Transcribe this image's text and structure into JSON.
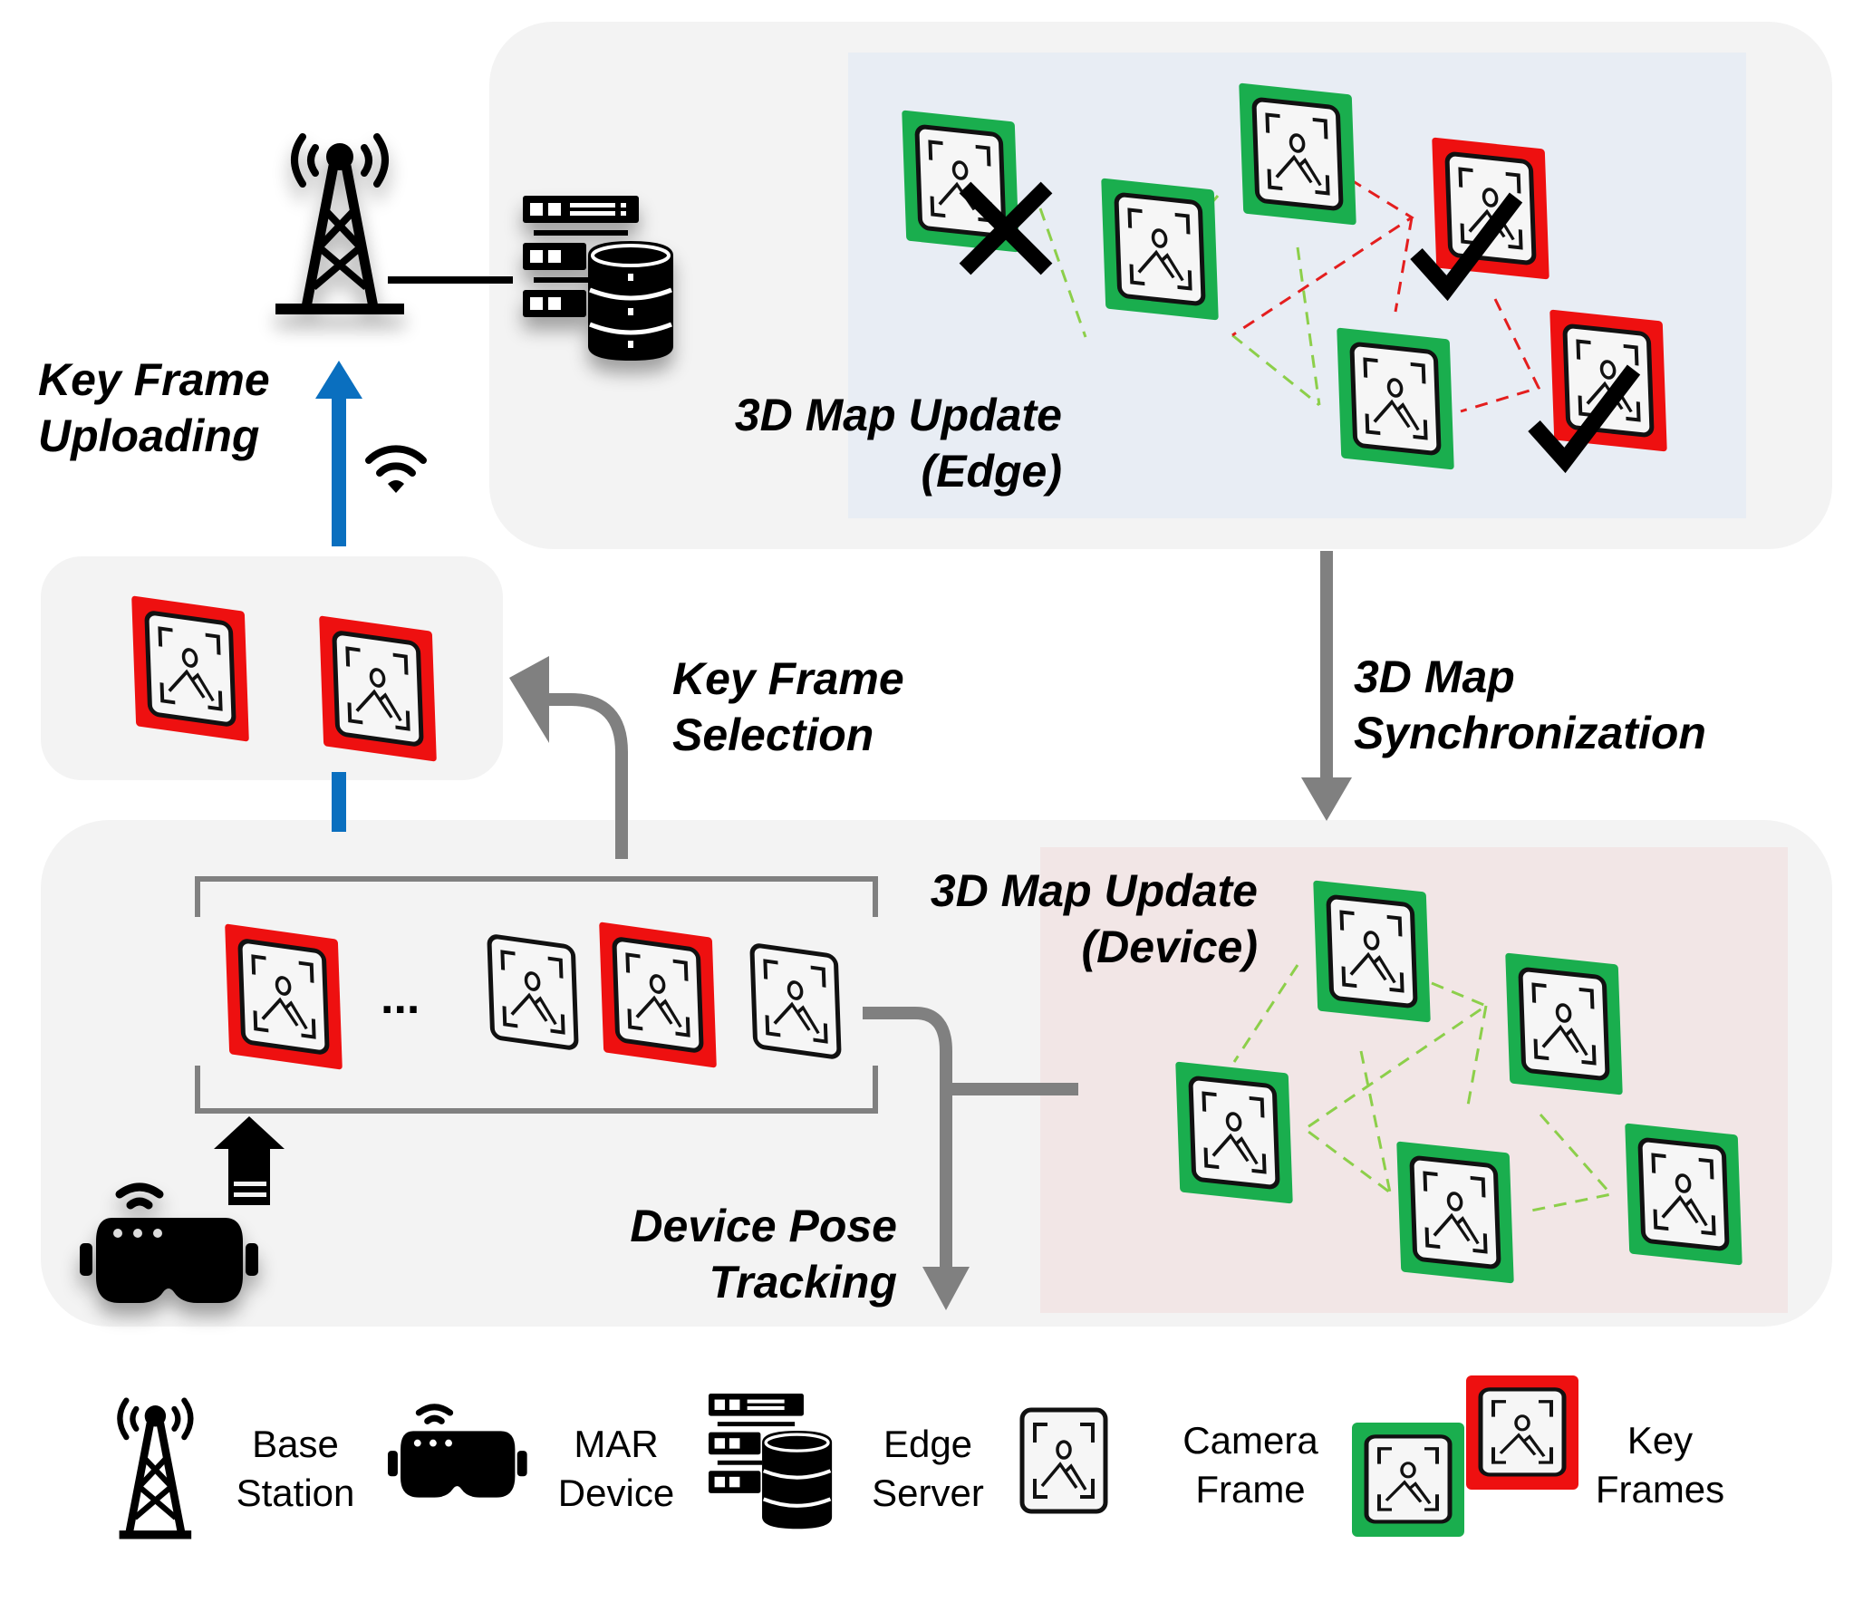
{
  "title": "MAR edge-assisted 3D map update workflow",
  "colors": {
    "panel_bg": "#f3f3f3",
    "edge_map_bg": "#e8edf4",
    "device_map_bg": "#f2e6e6",
    "upload_arrow": "#0a6fbf",
    "flow_arrow": "#808080",
    "key_frame_green": "#1aae4e",
    "key_frame_red": "#ee1010",
    "covis_green": "#8ccf4a",
    "covis_red": "#e41e1e"
  },
  "labels": {
    "key_frame_uploading": [
      "Key Frame",
      "Uploading"
    ],
    "map_update_edge": [
      "3D Map Update",
      "(Edge)"
    ],
    "key_frame_selection": [
      "Key Frame",
      "Selection"
    ],
    "map_synchronization": [
      "3D Map",
      "Synchronization"
    ],
    "map_update_device": [
      "3D Map Update",
      "(Device)"
    ],
    "device_pose_tracking": [
      "Device Pose",
      "Tracking"
    ],
    "ellipsis": "..."
  },
  "edge_map": {
    "frames": [
      {
        "id": "e1",
        "type": "green",
        "mark": "rejected"
      },
      {
        "id": "e2",
        "type": "green",
        "mark": ""
      },
      {
        "id": "e3",
        "type": "green",
        "mark": ""
      },
      {
        "id": "e4",
        "type": "red",
        "mark": "accepted"
      },
      {
        "id": "e5",
        "type": "green",
        "mark": ""
      },
      {
        "id": "e6",
        "type": "red",
        "mark": "accepted"
      }
    ]
  },
  "selected_key_frames": {
    "count": 2,
    "type": "red"
  },
  "frame_sequence": {
    "frames": [
      {
        "id": "s1",
        "type": "red"
      },
      {
        "id": "s2",
        "type": "camera"
      },
      {
        "id": "s3",
        "type": "red"
      },
      {
        "id": "s4",
        "type": "camera"
      }
    ]
  },
  "device_map": {
    "frames": [
      {
        "id": "d1",
        "type": "green"
      },
      {
        "id": "d2",
        "type": "green"
      },
      {
        "id": "d3",
        "type": "green"
      },
      {
        "id": "d4",
        "type": "green"
      },
      {
        "id": "d5",
        "type": "green"
      }
    ]
  },
  "legend": [
    {
      "icon": "base-station-icon",
      "text": [
        "Base",
        "Station"
      ]
    },
    {
      "icon": "mar-device-icon",
      "text": [
        "MAR",
        "Device"
      ]
    },
    {
      "icon": "edge-server-icon",
      "text": [
        "Edge",
        "Server"
      ]
    },
    {
      "icon": "camera-frame-icon",
      "text": [
        "Camera",
        "Frame"
      ]
    },
    {
      "icon": "key-frames-icon",
      "text": [
        "Key",
        "Frames"
      ]
    }
  ]
}
